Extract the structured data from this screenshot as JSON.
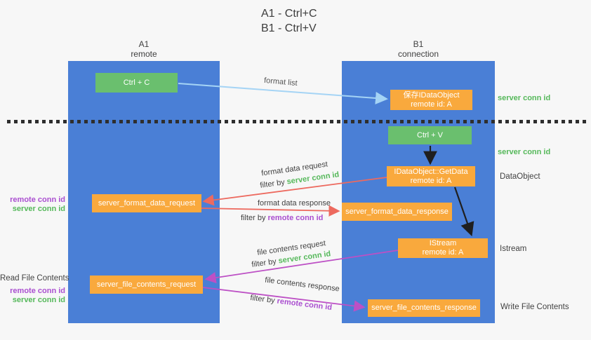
{
  "title": {
    "line1": "A1 - Ctrl+C",
    "line2": "B1 - Ctrl+V"
  },
  "columns": {
    "a1": {
      "name": "A1",
      "role": "remote"
    },
    "b1": {
      "name": "B1",
      "role": "connection"
    }
  },
  "nodes": {
    "ctrl_c": {
      "label": "Ctrl + C"
    },
    "ctrl_v": {
      "label": "Ctrl + V"
    },
    "save_dataobject": {
      "line1": "保存IDataObject",
      "line2": "remote id: A"
    },
    "getdata": {
      "line1": "IDataObject::GetData",
      "line2": "remote id: A"
    },
    "istream": {
      "line1": "IStream",
      "line2": "remote id: A"
    },
    "format_request": {
      "label": "server_format_data_request"
    },
    "format_response": {
      "label": "server_format_data_response"
    },
    "file_request": {
      "label": "server_file_contents_request"
    },
    "file_response": {
      "label": "server_file_contents_response"
    }
  },
  "mid_labels": {
    "format_list": "format list",
    "format_request_line1": "format data request",
    "format_request_filter_prefix": "filter by ",
    "format_request_filter_key": "server conn id",
    "format_response_line1": "format data response",
    "format_response_filter_prefix": "filter by ",
    "format_response_filter_key": "remote conn id",
    "file_request_line1": "file contents request",
    "file_request_filter_prefix": "filter by ",
    "file_request_filter_key": "server conn id",
    "file_response_line1": "file contents response",
    "file_response_filter_prefix": "filter by ",
    "file_response_filter_key": "remote conn id"
  },
  "side_labels": {
    "right_server_conn_id_top": "server conn id",
    "right_server_conn_id_mid": "server conn id",
    "right_dataobject": "DataObject",
    "right_istream": "Istream",
    "right_write_file": "Write File Contents",
    "left_remote_conn_id_top": "remote conn id",
    "left_server_conn_id_top": "server conn id",
    "left_read_file": "Read File Contents",
    "left_remote_conn_id_bottom": "remote conn id",
    "left_server_conn_id_bottom": "server conn id"
  },
  "colors": {
    "lane_blue": "#4a7fd6",
    "keypress_green": "#6abf6e",
    "message_orange": "#f9a93d",
    "server_conn_green": "#55b85a",
    "remote_conn_purple": "#aa4fd0",
    "format_arrow_red": "#ed6a5f",
    "file_arrow_magenta": "#bd50c5",
    "format_list_arrow_cyan": "#a5d4f5",
    "black_arrow": "#1f1f1f"
  }
}
